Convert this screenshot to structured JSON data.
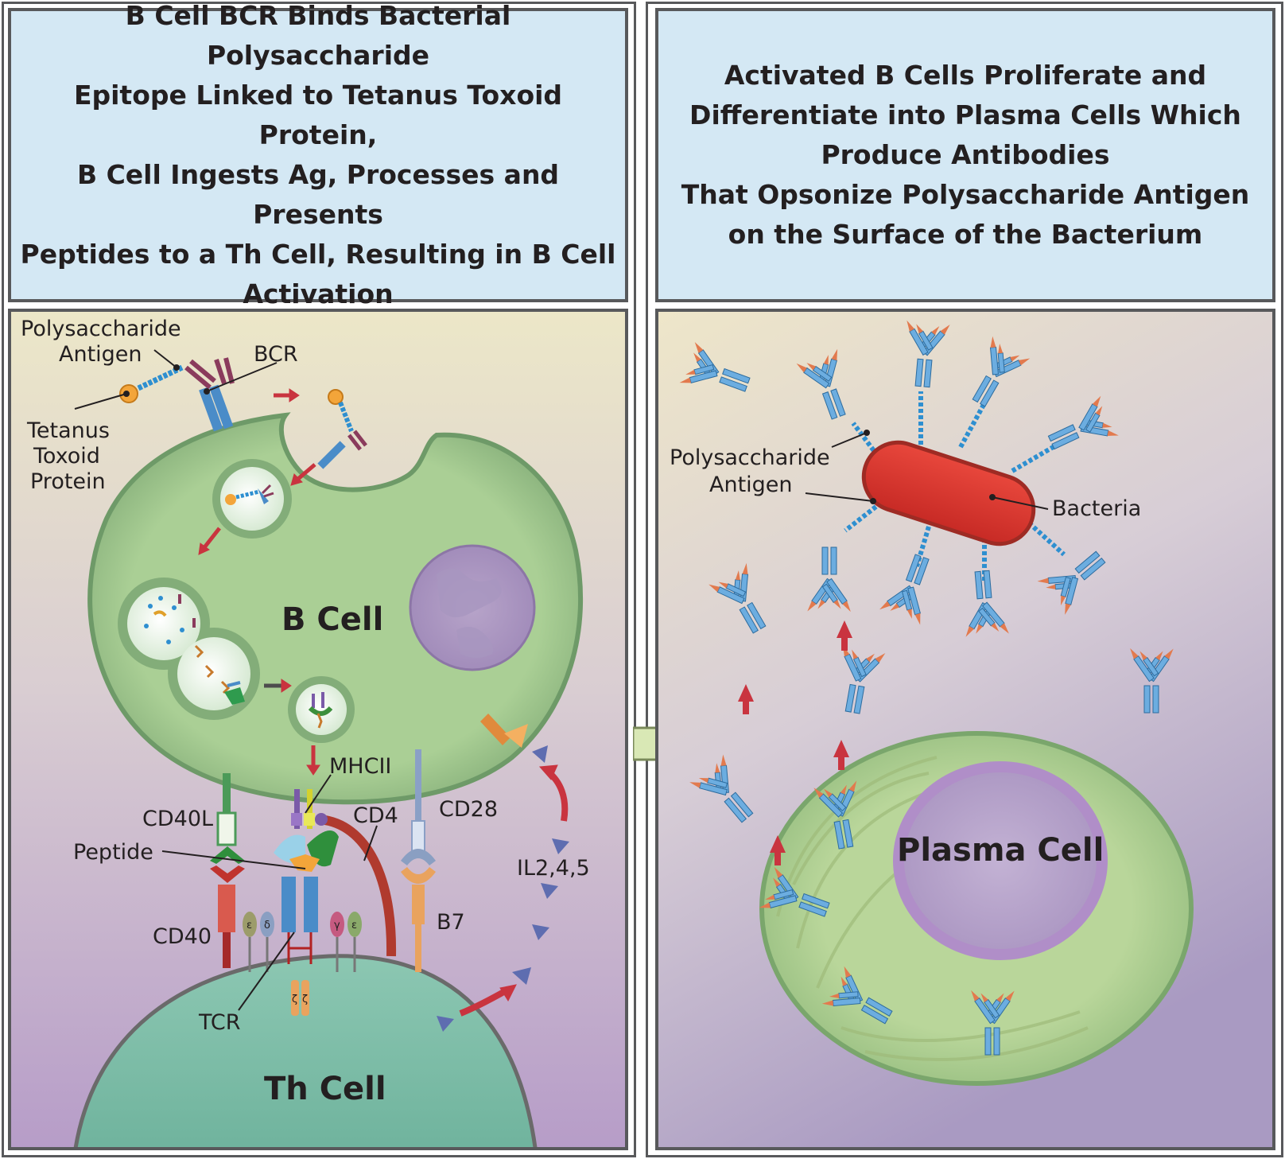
{
  "left_panel": {
    "title": "B Cell BCR Binds Bacterial Polysaccharide\nEpitope Linked to Tetanus Toxoid Protein,\nB Cell Ingests Ag, Processes and Presents\nPeptides to a Th Cell, Resulting in B Cell\nActivation",
    "labels": {
      "polysaccharide_antigen_line1": "Polysaccharide",
      "polysaccharide_antigen_line2": "Antigen",
      "bcr": "BCR",
      "tetanus_line1": "Tetanus",
      "tetanus_line2": "Toxoid",
      "tetanus_line3": "Protein",
      "b_cell": "B Cell",
      "mhcii": "MHCII",
      "cd40l": "CD40L",
      "cd4": "CD4",
      "cd28": "CD28",
      "peptide": "Peptide",
      "il": "IL2,4,5",
      "cd40": "CD40",
      "b7": "B7",
      "tcr": "TCR",
      "th_cell": "Th Cell",
      "epsilon1": "ε",
      "delta": "δ",
      "gamma": "γ",
      "epsilon2": "ε",
      "zeta1": "ζ",
      "zeta2": "ζ"
    }
  },
  "right_panel": {
    "title": "Activated B Cells Proliferate and\nDifferentiate into Plasma Cells Which\nProduce Antibodies\nThat Opsonize Polysaccharide Antigen\non the Surface of the Bacterium",
    "labels": {
      "polysaccharide_antigen_line1": "Polysaccharide",
      "polysaccharide_antigen_line2": "Antigen",
      "bacteria": "Bacteria",
      "plasma_cell": "Plasma Cell"
    }
  },
  "colors": {
    "title_bg": "#d4e8f4",
    "border": "#58595b",
    "b_cell": "#a7cc92",
    "th_cell": "#86c2ac",
    "bacteria": "#d8322d",
    "antibody_heavy": "#6cade0",
    "antibody_tip": "#e27a4e",
    "arrow_red": "#c9343f",
    "panel_arrow": "#d9e8b5"
  }
}
